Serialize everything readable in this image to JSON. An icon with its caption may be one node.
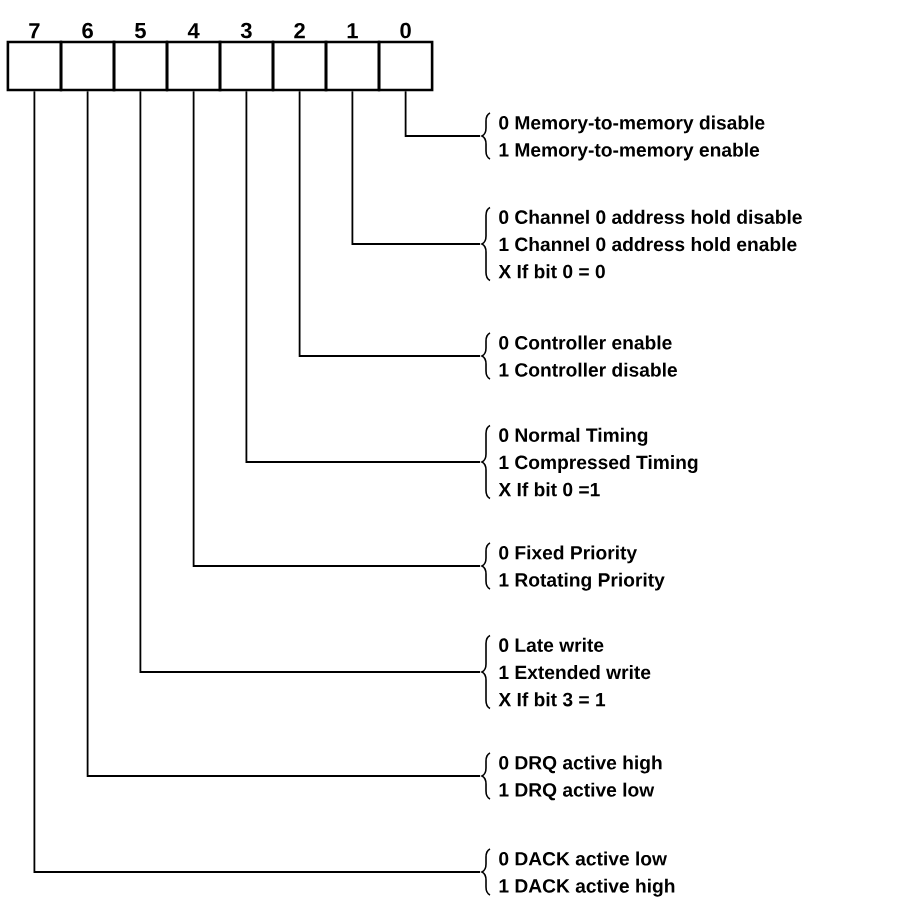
{
  "diagram": {
    "nodes": [
      {
        "text": [
          "7"
        ]
      },
      {
        "text": [
          "6"
        ]
      },
      {
        "text": [
          "5"
        ]
      },
      {
        "text": [
          "4"
        ]
      },
      {
        "text": [
          "3"
        ]
      },
      {
        "text": [
          "2"
        ]
      },
      {
        "text": [
          "1"
        ]
      },
      {
        "text": [
          "0"
        ]
      },
      {
        "text": [
          "0 Memory-to-memory disable",
          "1 Memory-to-memory enable"
        ]
      },
      {
        "text": [
          "0 Channel 0 address hold disable",
          "1 Channel 0 address hold enable",
          "X If bit 0 = 0"
        ]
      },
      {
        "text": [
          "0 Controller enable",
          "1 Controller disable"
        ]
      },
      {
        "text": [
          "0 Normal Timing",
          "1 Compressed Timing",
          "X If bit 0 =1"
        ]
      },
      {
        "text": [
          "0 Fixed Priority",
          "1 Rotating Priority"
        ]
      },
      {
        "text": [
          "0 Late write",
          "1 Extended write",
          "X If bit 3 = 1"
        ]
      },
      {
        "text": [
          "0 DRQ active high",
          "1 DRQ active low"
        ]
      },
      {
        "text": [
          "0 DACK active low",
          "1 DACK active high"
        ]
      }
    ],
    "edges": [
      {
        "from": 7,
        "to": 8,
        "arrow": "none"
      },
      {
        "from": 6,
        "to": 9,
        "arrow": "none"
      },
      {
        "from": 5,
        "to": 10,
        "arrow": "none"
      },
      {
        "from": 4,
        "to": 11,
        "arrow": "none"
      },
      {
        "from": 3,
        "to": 12,
        "arrow": "none"
      },
      {
        "from": 2,
        "to": 13,
        "arrow": "none"
      },
      {
        "from": 1,
        "to": 14,
        "arrow": "none"
      },
      {
        "from": 0,
        "to": 15,
        "arrow": "none"
      }
    ]
  }
}
